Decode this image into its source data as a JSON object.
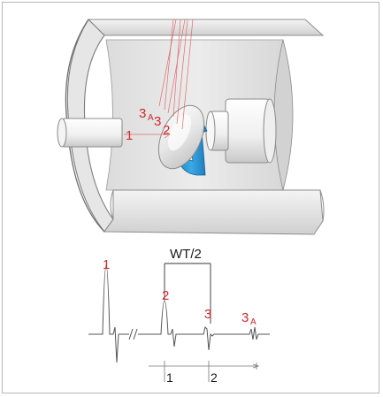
{
  "diagram": {
    "top": {
      "beam_labels": {
        "label_1": "1",
        "label_2": "2",
        "label_3": "3",
        "label_3a_main": "3",
        "label_3a_sub": "A"
      },
      "colors": {
        "beam": "#e26a6a",
        "rotation_arrow": "#2a9ad8",
        "label": "#d0282e"
      }
    },
    "waveform": {
      "peak_labels": {
        "p1": "1",
        "p2": "2",
        "p3": "3",
        "p3a_main": "3",
        "p3a_sub": "A"
      },
      "interval_label": "WT/2",
      "axis_labels": {
        "t1": "1",
        "t2": "2"
      }
    }
  }
}
